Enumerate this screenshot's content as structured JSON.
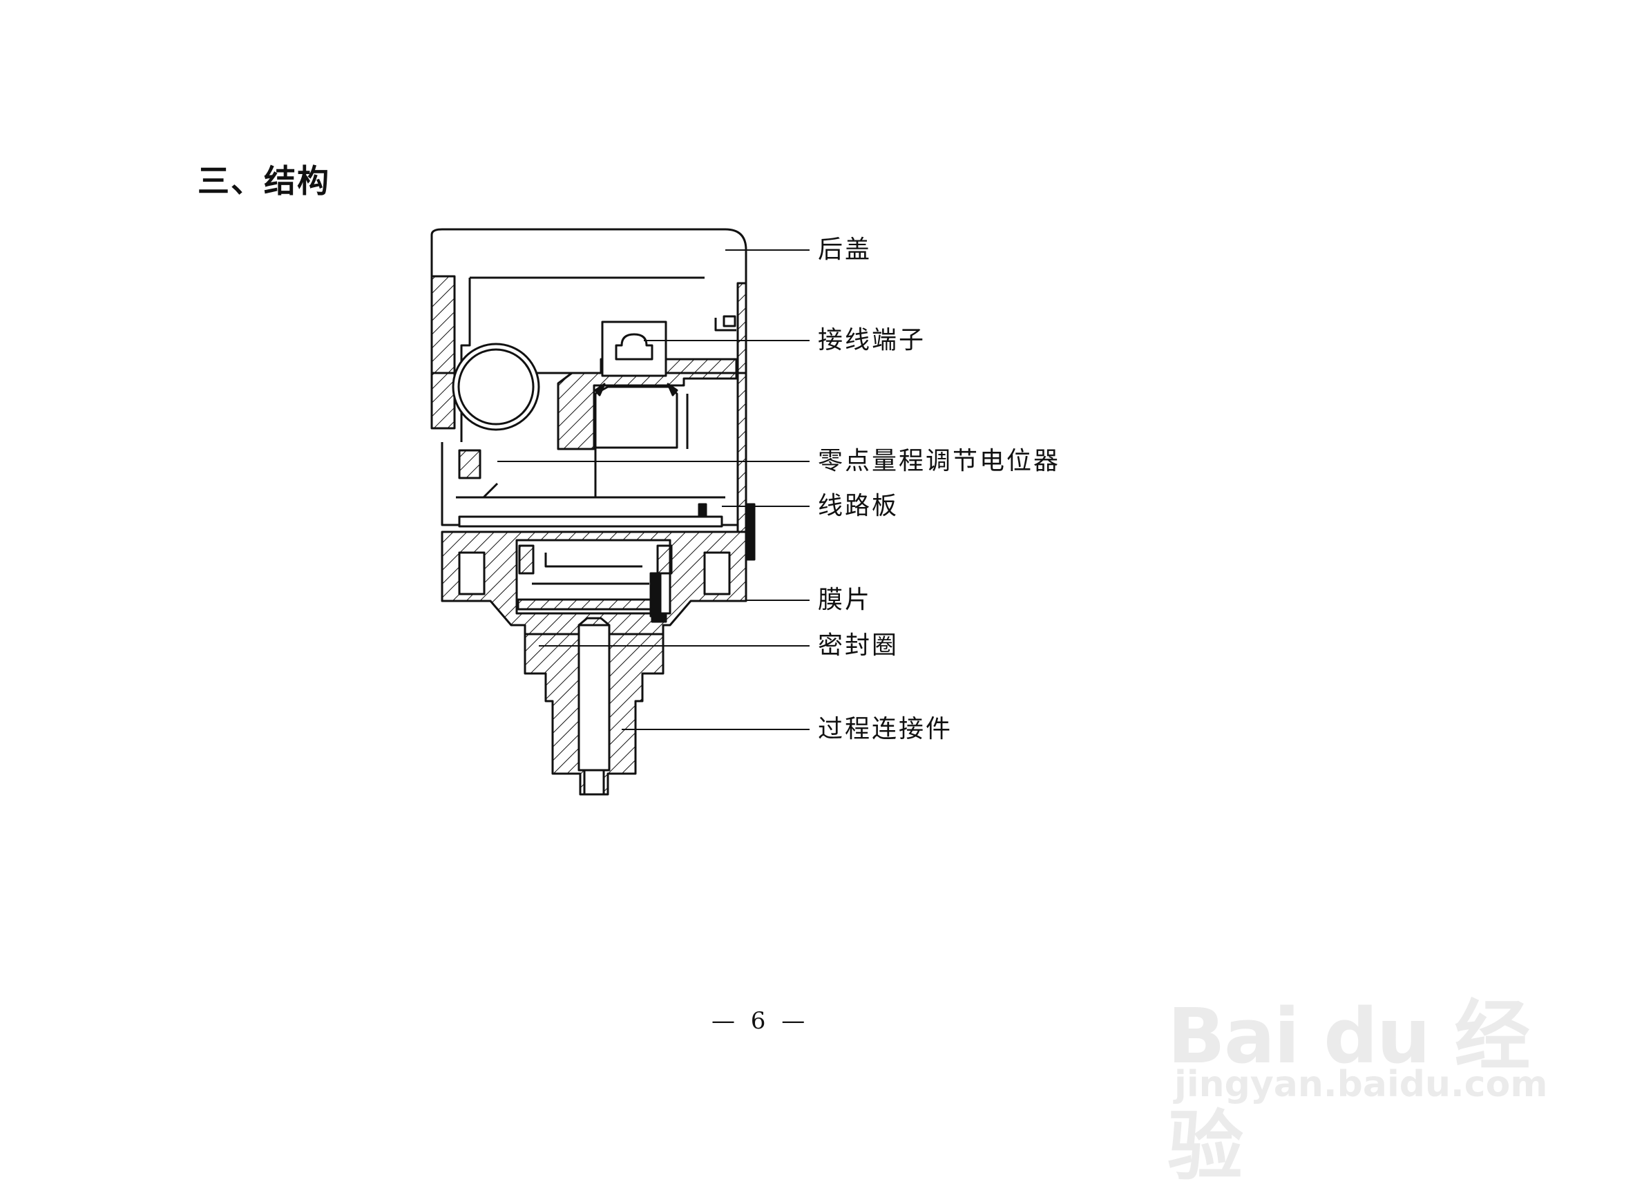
{
  "page": {
    "title": "三、结构",
    "page_number": "— 6 —"
  },
  "labels": [
    {
      "id": "back-cover",
      "text": "后盖"
    },
    {
      "id": "terminal",
      "text": "接线端子"
    },
    {
      "id": "zero-span-pot",
      "text": "零点量程调节电位器"
    },
    {
      "id": "circuit-board",
      "text": "线路板"
    },
    {
      "id": "diaphragm",
      "text": "膜片"
    },
    {
      "id": "seal-ring",
      "text": "密封圈"
    },
    {
      "id": "process-connector",
      "text": "过程连接件"
    }
  ],
  "watermark": {
    "logo_text": "Bai du 经验",
    "url": "jingyan.baidu.com"
  },
  "colors": {
    "line": "#111111",
    "background": "#ffffff"
  }
}
